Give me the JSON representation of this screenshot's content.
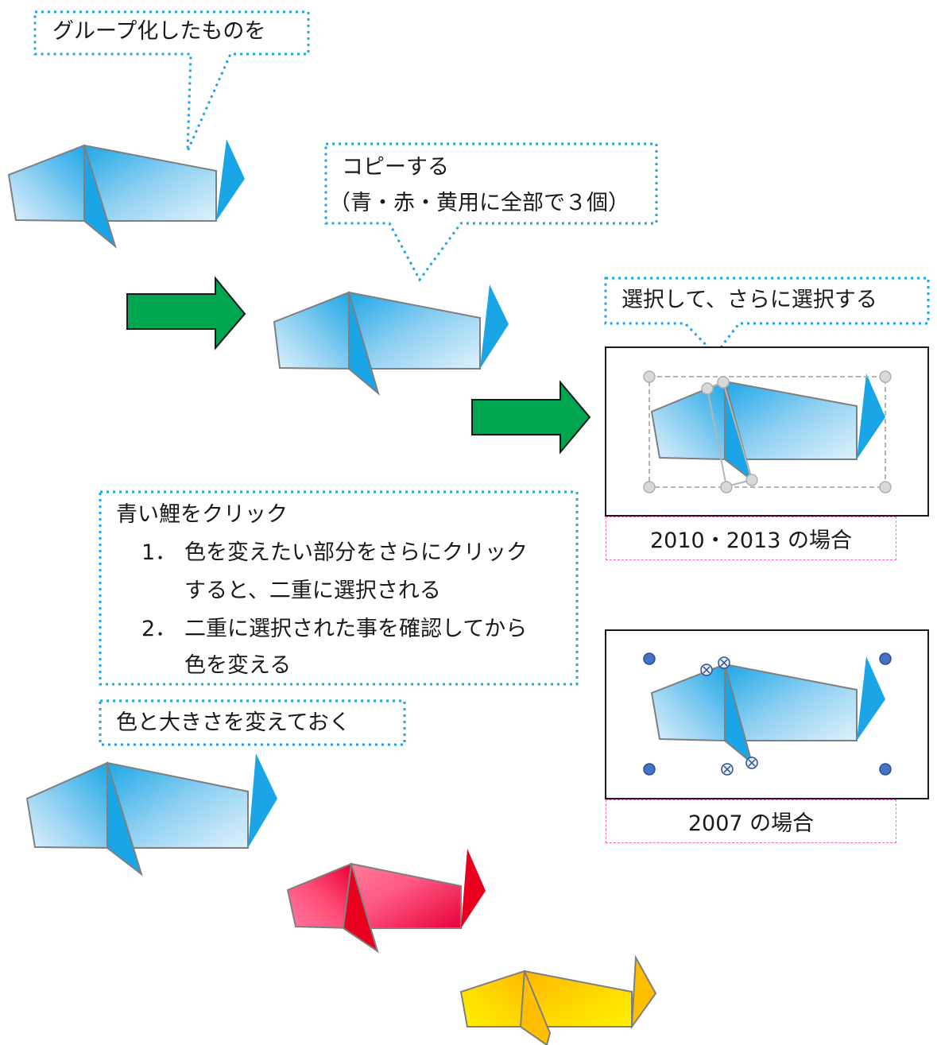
{
  "callouts": {
    "group": "グループ化したものを",
    "copy_line1": "コピーする",
    "copy_line2": "（青・赤・黄用に全部で３個）",
    "select": "選択して、さらに選択する",
    "click_title": "青い鯉をクリック",
    "step1_num": "1．",
    "step1_a": "色を変えたい部分をさらにクリック",
    "step1_b": "すると、二重に選択される",
    "step2_num": "2．",
    "step2_a": "二重に選択された事を確認してから",
    "step2_b": "色を変える",
    "change": "色と大きさを変えておく"
  },
  "version_labels": {
    "v2010": "2010・2013 の場合",
    "v2007": "2007 の場合"
  },
  "colors": {
    "callout_border": "#1ca6e3",
    "arrow_fill": "#00a550",
    "blue_fish_fill": "#29aee8",
    "red_fish_fill": "#e8003a",
    "yellow_fish_fill": "#ffd000",
    "label_border": "#ff66cc"
  }
}
